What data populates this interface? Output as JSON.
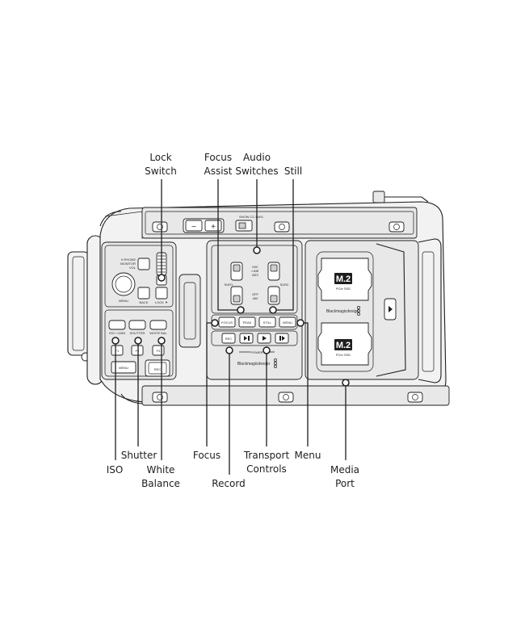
{
  "callouts": {
    "lock_switch": [
      "Lock",
      "Switch"
    ],
    "focus_assist": [
      "Focus",
      "Assist"
    ],
    "audio_switches": [
      "Audio",
      "Switches"
    ],
    "still": [
      "Still"
    ],
    "shutter": [
      "Shutter"
    ],
    "iso": [
      "ISO"
    ],
    "white_balance": [
      "White",
      "Balance"
    ],
    "focus": [
      "Focus"
    ],
    "record": [
      "Record"
    ],
    "transport_controls": [
      "Transport",
      "Controls"
    ],
    "menu": [
      "Menu"
    ],
    "media_port": [
      "Media",
      "Port"
    ]
  },
  "camera_labels": {
    "headphone_monitor": [
      "H PHONE",
      "MONITOR",
      "VOL"
    ],
    "menu": "MENU",
    "back": "BACK",
    "lock": "LOCK ▼",
    "iso_gain": "ISO / GAIN",
    "shutter": "SHUTTER",
    "white_bal": "WHITE BAL",
    "f1": "F1",
    "f2": "F2",
    "f3": "F3",
    "menu_lower": "MENU",
    "rec_side": "REC",
    "mic_line_aes": [
      "MIC",
      "LINE",
      "AES"
    ],
    "off_48v": [
      "OFF",
      "48V"
    ],
    "sur1": "SUR1",
    "sur2": "SUR2",
    "focus_btn": "FOCUS",
    "peak_btn": "PEAK",
    "still_btn": "STILL",
    "menu_btn": "MENU",
    "rec_btn": "REC",
    "power": "POWER",
    "brand": "Blackmagicdesign",
    "m2_top": "M.2",
    "m2_bottom": "M.2",
    "pci_top": "PCIe SSD",
    "pci_bottom": "PCIe SSD",
    "minus": "−",
    "plus": "+",
    "top_markings": "SHOW   CC   DAYL"
  },
  "colors": {
    "line": "#1e1e1e",
    "body_fill": "#f2f2f2",
    "panel_fill": "#e6e6e6"
  }
}
